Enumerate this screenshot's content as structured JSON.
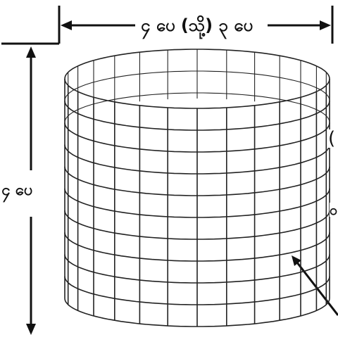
{
  "labels": {
    "width_label": "၄ ပေ (သို့) ၃ ပေ",
    "height_label": "၄ ပေ",
    "right_partial_a": "(",
    "right_partial_b": "ဝ"
  },
  "colors": {
    "line": "#111111",
    "mesh": "#222222",
    "background": "#ffffff"
  },
  "mesh": {
    "vertical_wires": 28,
    "horizontal_wires": 10
  }
}
